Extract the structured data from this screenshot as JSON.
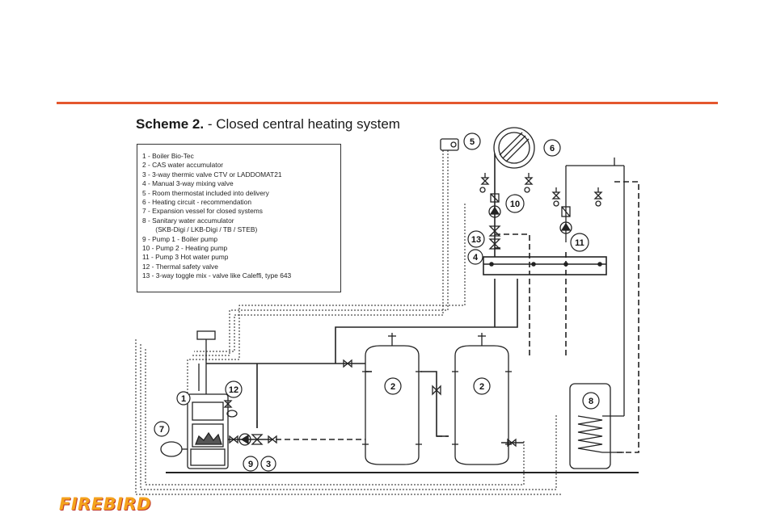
{
  "header": {
    "title_bold": "Scheme 2.",
    "title_rest": " - Closed central heating system"
  },
  "legend": [
    "1   - Boiler Bio-Tec",
    "2   - CAS water accumulator",
    "3   - 3-way thermic valve CTV or LADDOMAT21",
    "4   - Manual 3-way mixing valve",
    "5   - Room thermostat  included into delivery",
    "6   - Heating circuit - recommendation",
    "7   - Expansion vessel for closed systems",
    "8   - Sanitary water accumulator",
    "       (SKB-Digi / LKB-Digi / TB / STEB)",
    "9   - Pump 1 - Boiler pump",
    "10 - Pump 2 - Heating pump",
    "11 - Pump 3  Hot water pump",
    "12 - Thermal safety valve",
    "13 - 3-way toggle mix - valve like Caleffi, type 643"
  ],
  "components": {
    "c1": "1",
    "c2a": "2",
    "c2b": "2",
    "c3": "3",
    "c4": "4",
    "c5": "5",
    "c6": "6",
    "c7": "7",
    "c8": "8",
    "c9": "9",
    "c10": "10",
    "c11": "11",
    "c12": "12",
    "c13": "13"
  },
  "logo": {
    "text": "FIREBIRD"
  },
  "colors": {
    "rule": "#e4572e",
    "line": "#222222",
    "logo": "#f4a21c"
  }
}
